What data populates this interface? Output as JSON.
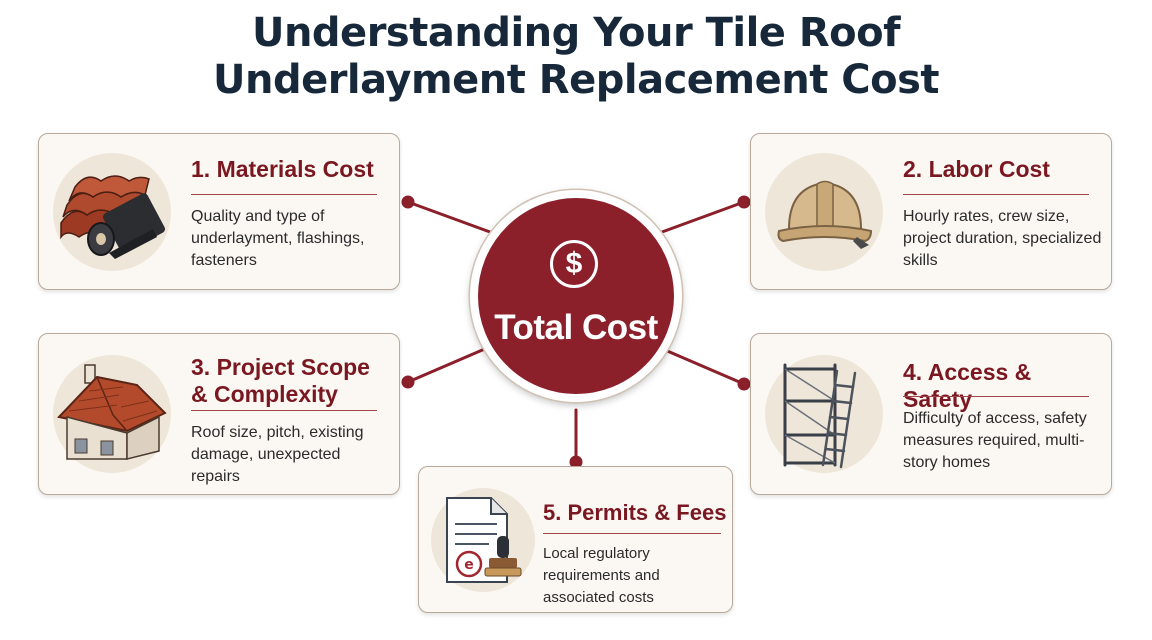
{
  "title": {
    "line1": "Understanding Your Tile Roof",
    "line2": "Underlayment Replacement Cost"
  },
  "center": {
    "symbol": "$",
    "label": "Total Cost",
    "color": "#8b1f2a"
  },
  "factors": [
    {
      "title": "1. Materials Cost",
      "description": "Quality and type of underlayment, flashings, fasteners",
      "icon": "roof-tiles-and-roll-icon"
    },
    {
      "title": "2. Labor Cost",
      "description": "Hourly rates, crew size, project duration, specialized skills",
      "icon": "hard-hat-icon"
    },
    {
      "title": "3. Project Scope & Complexity",
      "description": "Roof size, pitch, existing damage, unexpected repairs",
      "icon": "house-roof-icon"
    },
    {
      "title": "4. Access & Safety",
      "description": "Difficulty of access, safety measures required, multi-story homes",
      "icon": "scaffolding-ladder-icon"
    },
    {
      "title": "5. Permits & Fees",
      "description": "Local regulatory requirements and associated costs",
      "icon": "document-stamp-icon"
    }
  ],
  "colors": {
    "accent": "#8b1f2a",
    "title_heading": "#16283a",
    "card_title": "#7a1720",
    "card_background": "#fbf8f3"
  }
}
